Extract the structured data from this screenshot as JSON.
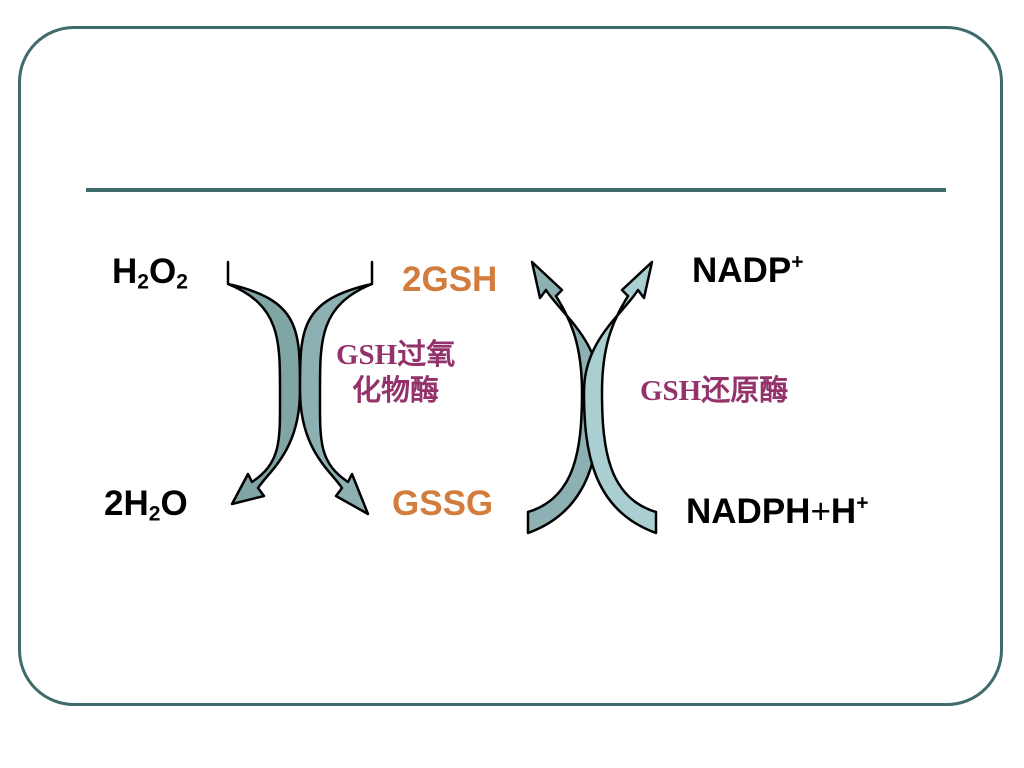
{
  "reaction_left": {
    "h2o2": {
      "main": "H",
      "sub1": "2",
      "mid": "O",
      "sub2": "2"
    },
    "h2o": {
      "pre": "2H",
      "sub": "2",
      "post": "O"
    },
    "gsh": "2GSH",
    "gssg": "GSSG",
    "enzyme_line1": "GSH过氧",
    "enzyme_line2": "化物酶"
  },
  "reaction_right": {
    "nadp": {
      "main": "NADP",
      "sup": "+"
    },
    "nadph": {
      "main": "NADPH",
      "plus": "+",
      "h": "H",
      "sup": "+"
    },
    "enzyme": "GSH还原酶"
  },
  "colors": {
    "frame": "#3f6b6b",
    "arrow_fill": "#7fa5a5",
    "arrow_fill_light": "#a9cfd2",
    "arrow_stroke": "#000000",
    "product_label": "#d27d3d",
    "enzyme_label": "#93326b"
  }
}
